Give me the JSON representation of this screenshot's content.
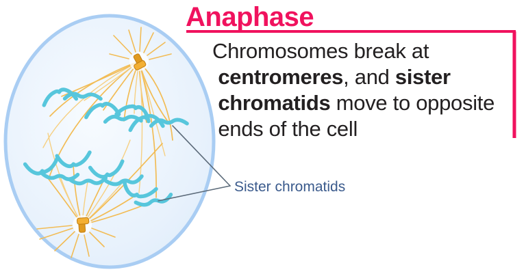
{
  "title": {
    "text": "Anaphase"
  },
  "description": {
    "lines": [
      [
        {
          "t": "Chromosomes break at",
          "b": false
        }
      ],
      [
        {
          "t": " ",
          "b": false
        },
        {
          "t": "centromeres",
          "b": true
        },
        {
          "t": ", and ",
          "b": false
        },
        {
          "t": "sister",
          "b": true
        }
      ],
      [
        {
          "t": " ",
          "b": false
        },
        {
          "t": "chromatids",
          "b": true
        },
        {
          "t": " move to opposite",
          "b": false
        }
      ],
      [
        {
          "t": " ends of the cell",
          "b": false
        }
      ]
    ]
  },
  "callout": {
    "label": "Sister chromatids"
  },
  "colors": {
    "accent": "#F0125E",
    "text": "#232021",
    "label": "#3A5A8C",
    "pointer": "#5C6B7A",
    "cell_center": "#F7FBFF",
    "cell_edge": "#DCEBF9",
    "cell_border": "#A9CDF3",
    "fiber": "#F2BC55",
    "fiber_light": "#F6D083",
    "chromatid": "#57C6DC",
    "centrosome": "#F3AF33",
    "centrosome_dark": "#C07D12",
    "centrosome_dark2": "#E09A1F"
  }
}
